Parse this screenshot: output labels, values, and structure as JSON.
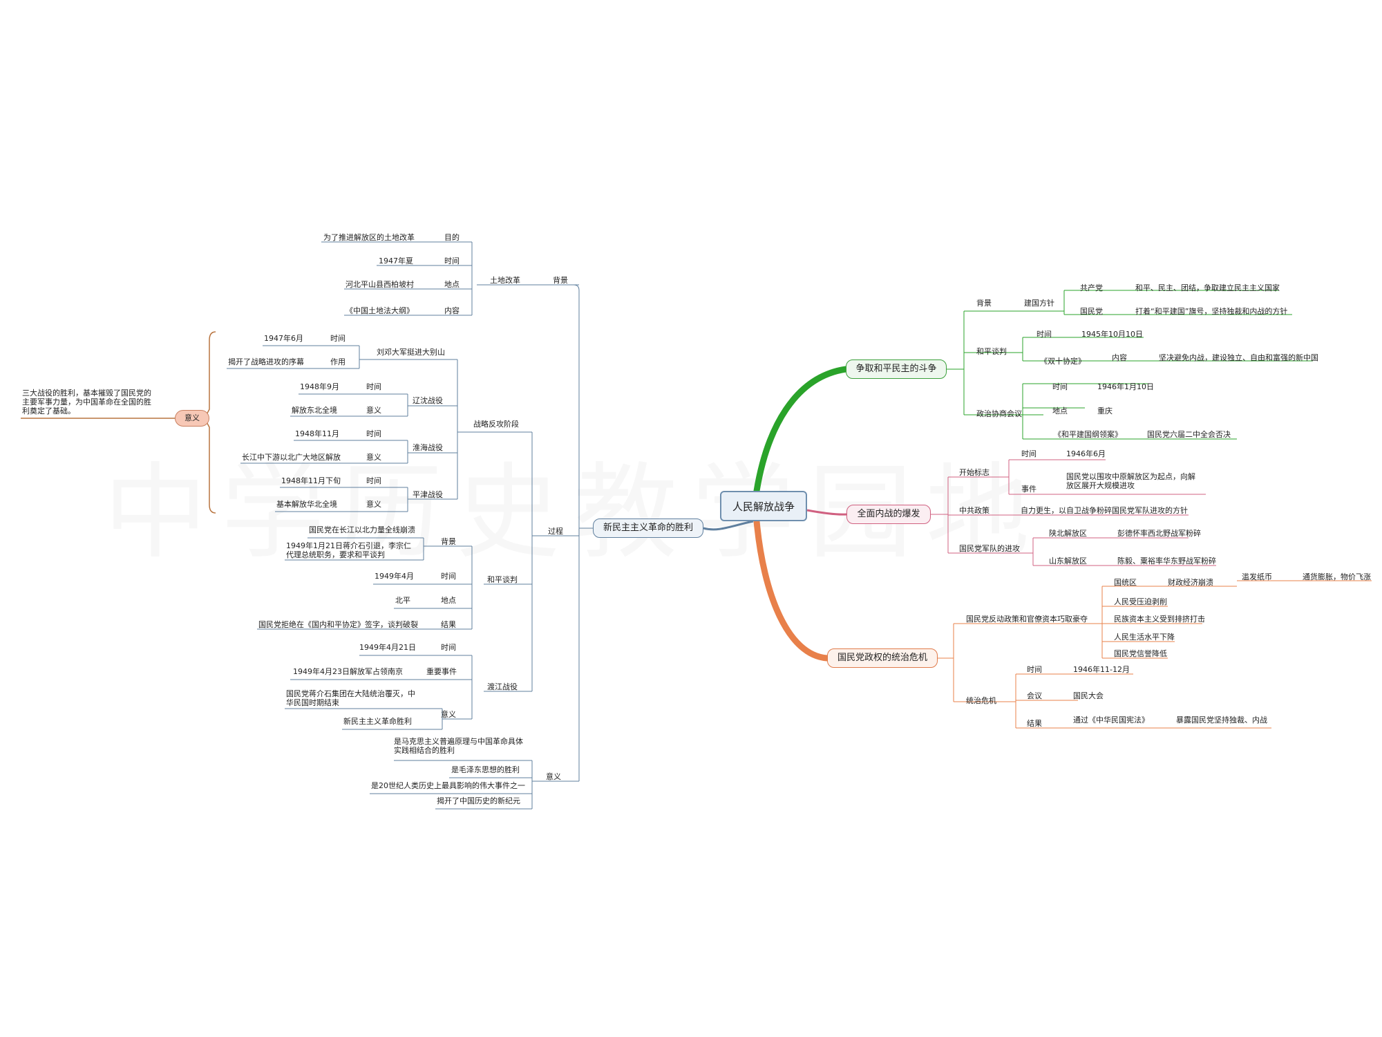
{
  "central": "人民解放战争",
  "left": {
    "main": "新民主主义革命的胜利",
    "background": {
      "label": "背景",
      "land_reform": {
        "label": "土地改革",
        "items": [
          {
            "k": "目的",
            "v": "为了推进解放区的土地改革"
          },
          {
            "k": "时间",
            "v": "1947年夏"
          },
          {
            "k": "地点",
            "v": "河北平山县西柏坡村"
          },
          {
            "k": "内容",
            "v": "《中国土地法大纲》"
          }
        ]
      }
    },
    "process": {
      "label": "过程",
      "counteroffensive": {
        "label": "战略反攻阶段",
        "liu_deng": {
          "label": "刘邓大军挺进大别山",
          "time_k": "时间",
          "time_v": "1947年6月",
          "role_k": "作用",
          "role_v": "揭开了战略进攻的序幕"
        },
        "liaoshen": {
          "label": "辽沈战役",
          "time_k": "时间",
          "time_v": "1948年9月",
          "mean_k": "意义",
          "mean_v": "解放东北全境"
        },
        "huaihai": {
          "label": "淮海战役",
          "time_k": "时间",
          "time_v": "1948年11月",
          "mean_k": "意义",
          "mean_v": "长江中下游以北广大地区解放"
        },
        "pingjin": {
          "label": "平津战役",
          "time_k": "时间",
          "time_v": "1948年11月下旬",
          "mean_k": "意义",
          "mean_v": "基本解放华北全境"
        },
        "meaning": {
          "label": "意义",
          "text": "三大战役的胜利，基本摧毁了国民党的主要军事力量，为中国革命在全国的胜利奠定了基础。"
        }
      },
      "peace_talks": {
        "label": "和平谈判",
        "bg_k": "背景",
        "bg_v1": "国民党在长江以北力量全线崩溃",
        "bg_v2": "1949年1月21日蒋介石引退，李宗仁代理总统职务，要求和平谈判",
        "time_k": "时间",
        "time_v": "1949年4月",
        "place_k": "地点",
        "place_v": "北平",
        "result_k": "结果",
        "result_v": "国民党拒绝在《国内和平协定》签字，谈判破裂"
      },
      "yangtze": {
        "label": "渡江战役",
        "time_k": "时间",
        "time_v": "1949年4月21日",
        "event_k": "重要事件",
        "event_v": "1949年4月23日解放军占领南京",
        "mean_k": "意义",
        "mean_v1": "国民党蒋介石集团在大陆统治覆灭，中华民国时期结束",
        "mean_v2": "新民主主义革命胜利"
      }
    },
    "significance": {
      "label": "意义",
      "items": [
        "是马克思主义普遍原理与中国革命具体实践相结合的胜利",
        "是毛泽东思想的胜利",
        "是20世纪人类历史上最具影响的伟大事件之一",
        "揭开了中国历史的新纪元"
      ]
    }
  },
  "green": {
    "main": "争取和平民主的斗争",
    "background": {
      "label": "背景",
      "policy": "建国方针",
      "cpc_k": "共产党",
      "cpc_v": "和平、民主、团结，争取建立民主主义国家",
      "kmt_k": "国民党",
      "kmt_v": "打着“和平建国”旗号，坚持独裁和内战的方针"
    },
    "talks": {
      "label": "和平谈判",
      "time_k": "时间",
      "time_v": "1945年10月10日",
      "agreement": "《双十协定》",
      "content_k": "内容",
      "content_v": "坚决避免内战，建设独立、自由和富强的新中国"
    },
    "pcc": {
      "label": "政治协商会议",
      "time_k": "时间",
      "time_v": "1946年1月10日",
      "place_k": "地点",
      "place_v": "重庆",
      "program": "《和平建国纲领案》",
      "program_v": "国民党六届二中全会否决"
    }
  },
  "pink": {
    "main": "全面内战的爆发",
    "start": {
      "label": "开始标志",
      "time_k": "时间",
      "time_v": "1946年6月",
      "event_k": "事件",
      "event_v": "国民党以围攻中原解放区为起点，向解放区展开大规模进攻"
    },
    "policy": {
      "label": "中共政策",
      "v": "自力更生，以自卫战争粉碎国民党军队进攻的方针"
    },
    "focus": {
      "label": "国民党军队的进攻",
      "shaanbei_k": "陕北解放区",
      "shaanbei_v": "彭德怀率西北野战军粉碎",
      "shandong_k": "山东解放区",
      "shandong_v": "陈毅、粟裕率华东野战军粉碎"
    }
  },
  "orange": {
    "main": "国民党政权的统治危机",
    "policy": {
      "label": "国民党反动政策和官僚资本巧取豪夺",
      "area": "国统区",
      "finance": "财政经济崩溃",
      "currency": "滥发纸币",
      "inflation": "通货膨胀，物价飞涨",
      "items": [
        "人民受压迫剥削",
        "民族资本主义受到排挤打击",
        "人民生活水平下降",
        "国民党信誉降低"
      ]
    },
    "crisis": {
      "label": "统治危机",
      "time_k": "时间",
      "time_v": "1946年11-12月",
      "meet_k": "会议",
      "meet_v": "国民大会",
      "result_k": "结果",
      "result_v": "通过《中华民国宪法》",
      "result_v2": "暴露国民党坚持独裁、内战"
    }
  },
  "watermark": "中学历史教学园地",
  "colors": {
    "left": "#5f7f9e",
    "green": "#2aa32a",
    "pink": "#d06080",
    "orange": "#e8804a",
    "meaning": "#b8733e"
  }
}
